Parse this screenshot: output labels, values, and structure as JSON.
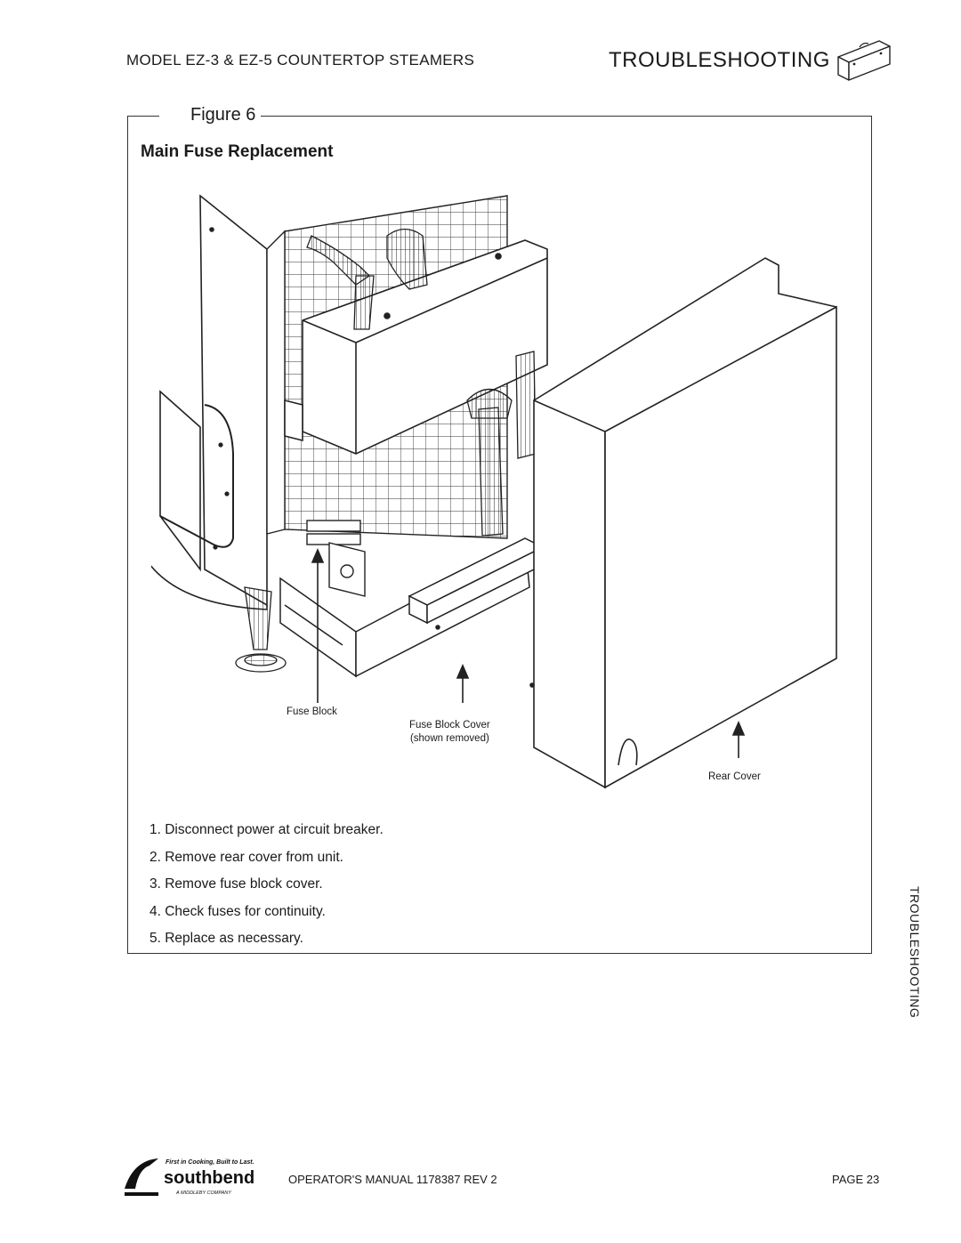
{
  "header": {
    "model_title": "MODEL EZ-3 & EZ-5 COUNTERTOP STEAMERS",
    "section_title": "TROUBLESHOOTING",
    "section_icon": "toolbox-icon"
  },
  "figure": {
    "label": "Figure 6",
    "title": "Main Fuse Replacement",
    "callouts": {
      "fuse_block": "Fuse Block",
      "fuse_block_cover_line1": "Fuse Block Cover",
      "fuse_block_cover_line2": "(shown removed)",
      "rear_cover": "Rear Cover"
    }
  },
  "steps": [
    "1. Disconnect power at circuit breaker.",
    "2. Remove rear cover from unit.",
    "3. Remove fuse block cover.",
    "4. Check fuses for continuity.",
    "5. Replace as necessary."
  ],
  "side_tab": "TROUBLESHOOTING",
  "footer": {
    "logo_brand": "southbend",
    "logo_tagline": "First in Cooking, Built to Last.",
    "logo_company": "A MIDDLEBY COMPANY",
    "manual": "OPERATOR'S MANUAL 1178387 REV 2",
    "page": "PAGE 23"
  }
}
